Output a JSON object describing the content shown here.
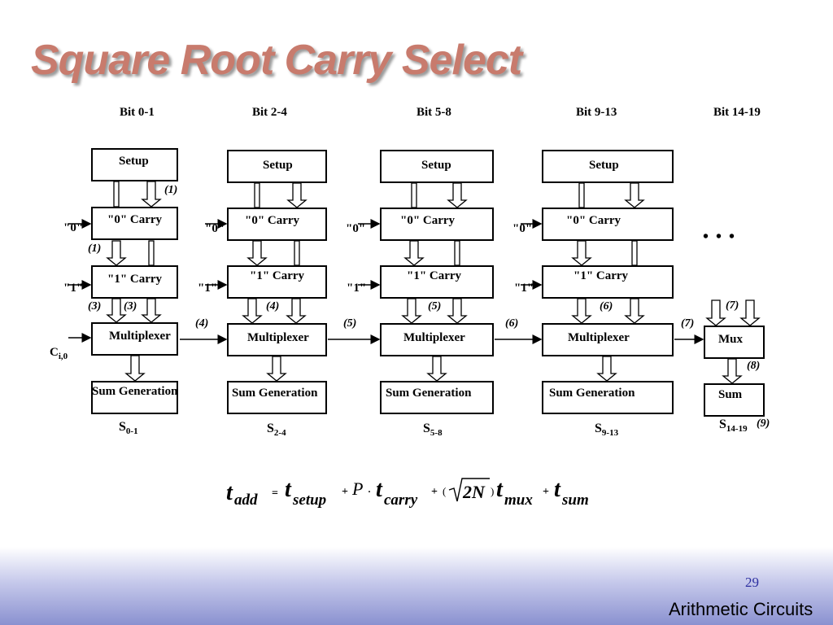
{
  "title": "Square Root Carry Select",
  "bit_ranges": [
    "Bit 0-1",
    "Bit 2-4",
    "Bit 5-8",
    "Bit 9-13",
    "Bit 14-19"
  ],
  "blocks": {
    "setup": "Setup",
    "carry0": "\"0\" Carry",
    "carry1": "\"1\" Carry",
    "mux": "Multiplexer",
    "sumgen": "Sum Generation",
    "mux_last": "Mux",
    "sum_last": "Sum"
  },
  "inputs": {
    "zero": "\"0\"",
    "one": "\"1\""
  },
  "carry_in": {
    "main": "C",
    "sub": "i,0"
  },
  "outputs": [
    {
      "main": "S",
      "sub": "0-1"
    },
    {
      "main": "S",
      "sub": "2-4"
    },
    {
      "main": "S",
      "sub": "5-8"
    },
    {
      "main": "S",
      "sub": "9-13"
    },
    {
      "main": "S",
      "sub": "14-19"
    }
  ],
  "delay_labels": {
    "d1": "(1)",
    "d3": "(3)",
    "d4": "(4)",
    "d5": "(5)",
    "d6": "(6)",
    "d7": "(7)",
    "d8": "(8)",
    "d9": "(9)"
  },
  "ellipsis": "• • •",
  "formula": {
    "t": "t",
    "add": "add",
    "eq": "=",
    "setup": "setup",
    "plus": "+",
    "P": "P",
    "dot": "·",
    "carry": "carry",
    "lparen": "(",
    "rparen": ")",
    "twoN": "2N",
    "mux": "mux",
    "sum": "sum"
  },
  "page_number": "29",
  "footer_title": "Arithmetic Circuits"
}
